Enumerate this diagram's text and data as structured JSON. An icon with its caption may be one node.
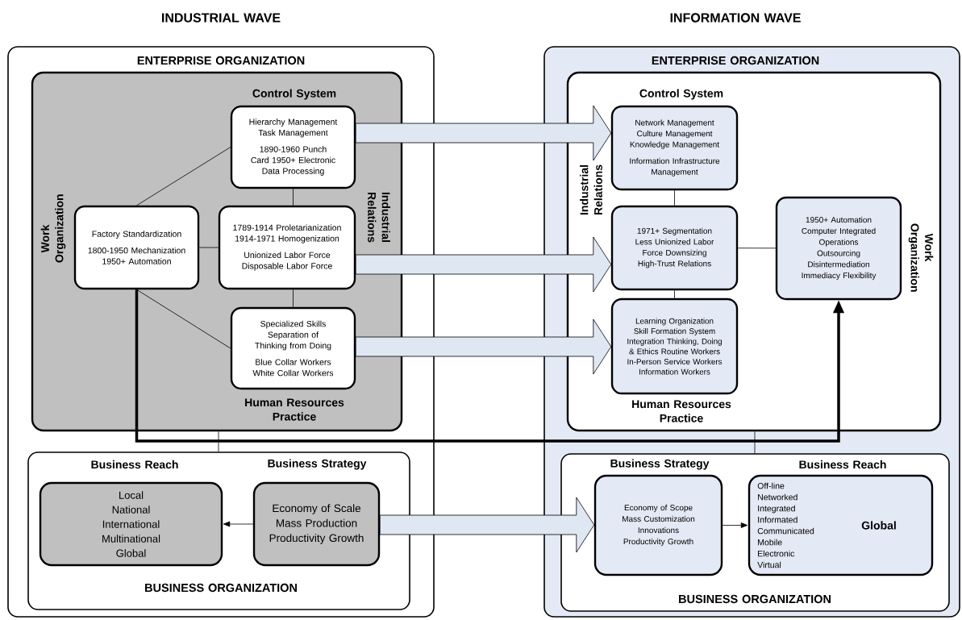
{
  "diagram": {
    "nodes": [
      {
        "text": [
          "INDUSTRIAL WAVE",
          "ENTERPRISE ORGANIZATION"
        ]
      },
      {
        "text": [],
        "shape": "box",
        "in": 0
      },
      {
        "text": [
          "Control System",
          "Hierarchy Management Task Management",
          "1890-1960 Punch Card 1950+ Electronic Data Processing"
        ],
        "in": 1
      },
      {
        "text": [
          "Work Organization",
          "Factory Standardization",
          "1800-1950 Mechanization 1950+ Automation"
        ],
        "in": 1
      },
      {
        "text": [
          "Industrial Relations",
          "1789-1914 Proletarianization 1914-1971 Homogenization",
          "Unionized Labor Force Disposable Labor Force"
        ],
        "in": 1
      },
      {
        "text": [
          "Specialized Skills Separation of Thinking from Doing",
          "Blue Collar Workers White Collar Workers",
          "Human Resources Practice"
        ],
        "in": 1
      },
      {
        "text": [
          "BUSINESS ORGANIZATION"
        ],
        "in": 0
      },
      {
        "text": [
          "Business Reach",
          "Local National International Multinational Global"
        ],
        "in": 6
      },
      {
        "text": [
          "Business Strategy",
          "Economy of Scale Mass Production Productivity Growth"
        ],
        "in": 6
      },
      {
        "text": [
          "INFORMATION WAVE",
          "ENTERPRISE ORGANIZATION"
        ]
      },
      {
        "text": [],
        "shape": "box",
        "in": 9
      },
      {
        "text": [
          "Control System",
          "Network Management Culture Management Knowledge Management",
          "Information Infrastructure Management"
        ],
        "in": 10
      },
      {
        "text": [
          "Industrial Relations",
          "1971+ Segmentation Less Unionized Labor Force Downsizing High-Trust Relations"
        ],
        "in": 10
      },
      {
        "text": [
          "Learning Organization Skill Formation System Integration Thinking, Doing & Ethics Routine Workers In-Person Service Workers Information Workers",
          "Human Resources Practice"
        ],
        "in": 10
      },
      {
        "text": [
          "Work Organization",
          "1950+ Automation Computer Integrated Operations Outsourcing Disintermediation Immediacy Flexibility"
        ],
        "in": 10
      },
      {
        "text": [
          "BUSINESS ORGANIZATION"
        ],
        "in": 9
      },
      {
        "text": [
          "Business Strategy",
          "Economy of Scope Mass Customization Innovations Productivity Growth"
        ],
        "in": 15
      },
      {
        "text": [
          "Business Reach",
          "Off-line Networked Integrated Informated Communicated Mobile Electronic Virtual",
          "Global"
        ],
        "in": 15
      }
    ],
    "edges": [
      {
        "from": 3,
        "to": 2,
        "arrow": "none"
      },
      {
        "from": 3,
        "to": 4,
        "arrow": "none"
      },
      {
        "from": 3,
        "to": 5,
        "arrow": "none"
      },
      {
        "from": 2,
        "to": 4,
        "arrow": "none"
      },
      {
        "from": 4,
        "to": 5,
        "arrow": "none"
      },
      {
        "from": 1,
        "to": 6,
        "arrow": "none"
      },
      {
        "from": 8,
        "to": 7,
        "arrow": "to"
      },
      {
        "from": 2,
        "to": 11,
        "arrow": "to",
        "style": "thick",
        "color": "#dfe7f3"
      },
      {
        "from": 4,
        "to": 12,
        "arrow": "to",
        "style": "thick",
        "color": "#dfe7f3"
      },
      {
        "from": 5,
        "to": 13,
        "arrow": "to",
        "style": "thick",
        "color": "#dfe7f3"
      },
      {
        "from": 8,
        "to": 16,
        "arrow": "to",
        "style": "thick",
        "color": "#dfe7f3"
      },
      {
        "from": 3,
        "to": 14,
        "arrow": "to",
        "style": "thick"
      },
      {
        "from": 11,
        "to": 12,
        "arrow": "none"
      },
      {
        "from": 12,
        "to": 13,
        "arrow": "none"
      },
      {
        "from": 12,
        "to": 14,
        "arrow": "none"
      },
      {
        "from": 10,
        "to": 15,
        "arrow": "none"
      },
      {
        "from": 16,
        "to": 17,
        "arrow": "to"
      }
    ]
  }
}
